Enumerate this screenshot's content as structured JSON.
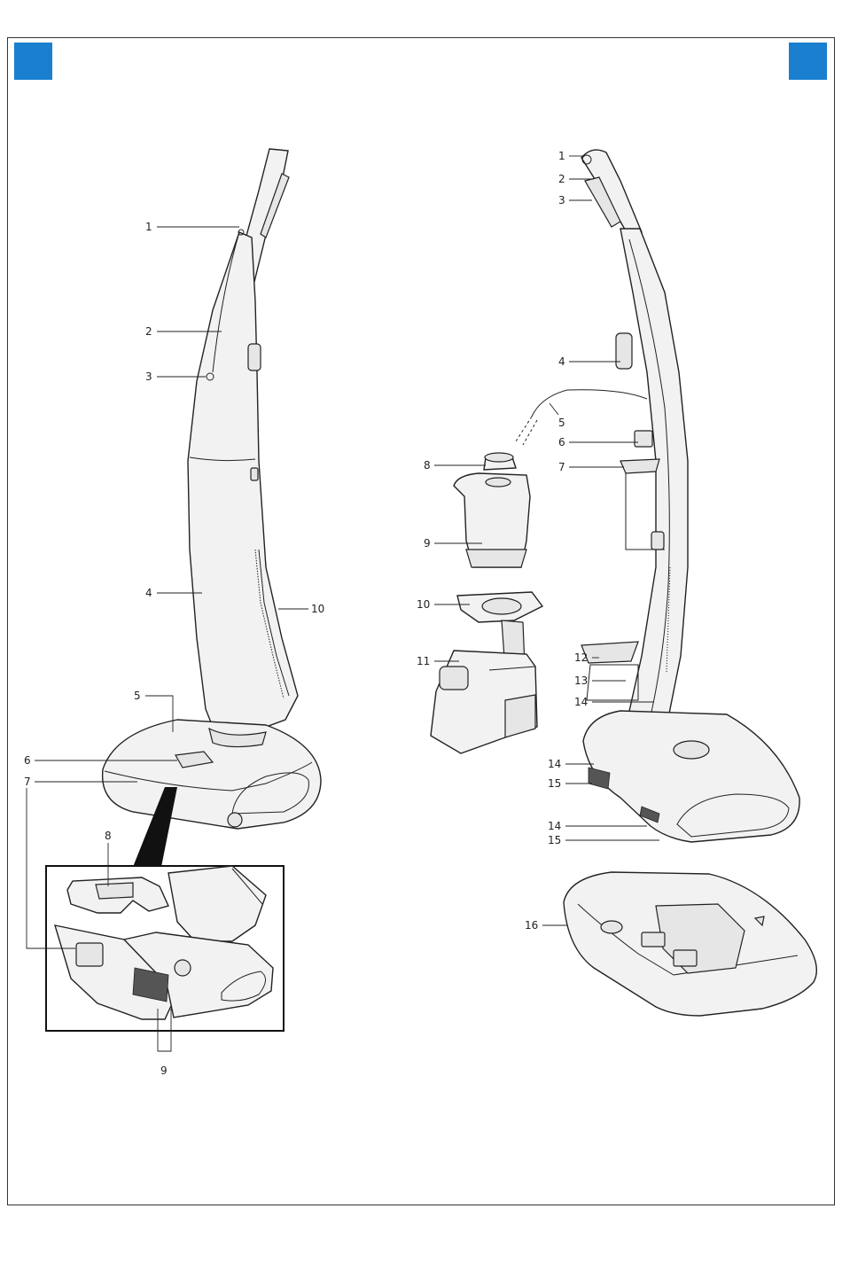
{
  "colors": {
    "corner_accent": "#1a7fcf",
    "frame": "#333333"
  },
  "left_callouts": [
    {
      "text": "1"
    },
    {
      "text": "2"
    },
    {
      "text": "3"
    },
    {
      "text": "4"
    },
    {
      "text": "10"
    },
    {
      "text": "5"
    },
    {
      "text": "6"
    },
    {
      "text": "7"
    },
    {
      "text": "8"
    },
    {
      "text": "9"
    }
  ],
  "right_callouts": [
    {
      "text": "1"
    },
    {
      "text": "2"
    },
    {
      "text": "3"
    },
    {
      "text": "4"
    },
    {
      "text": "5"
    },
    {
      "text": "6"
    },
    {
      "text": "7"
    },
    {
      "text": "8"
    },
    {
      "text": "9"
    },
    {
      "text": "10"
    },
    {
      "text": "11"
    },
    {
      "text": "12"
    },
    {
      "text": "13"
    },
    {
      "text": "14"
    },
    {
      "text": "14"
    },
    {
      "text": "15"
    },
    {
      "text": "14"
    },
    {
      "text": "15"
    },
    {
      "text": "16"
    }
  ]
}
